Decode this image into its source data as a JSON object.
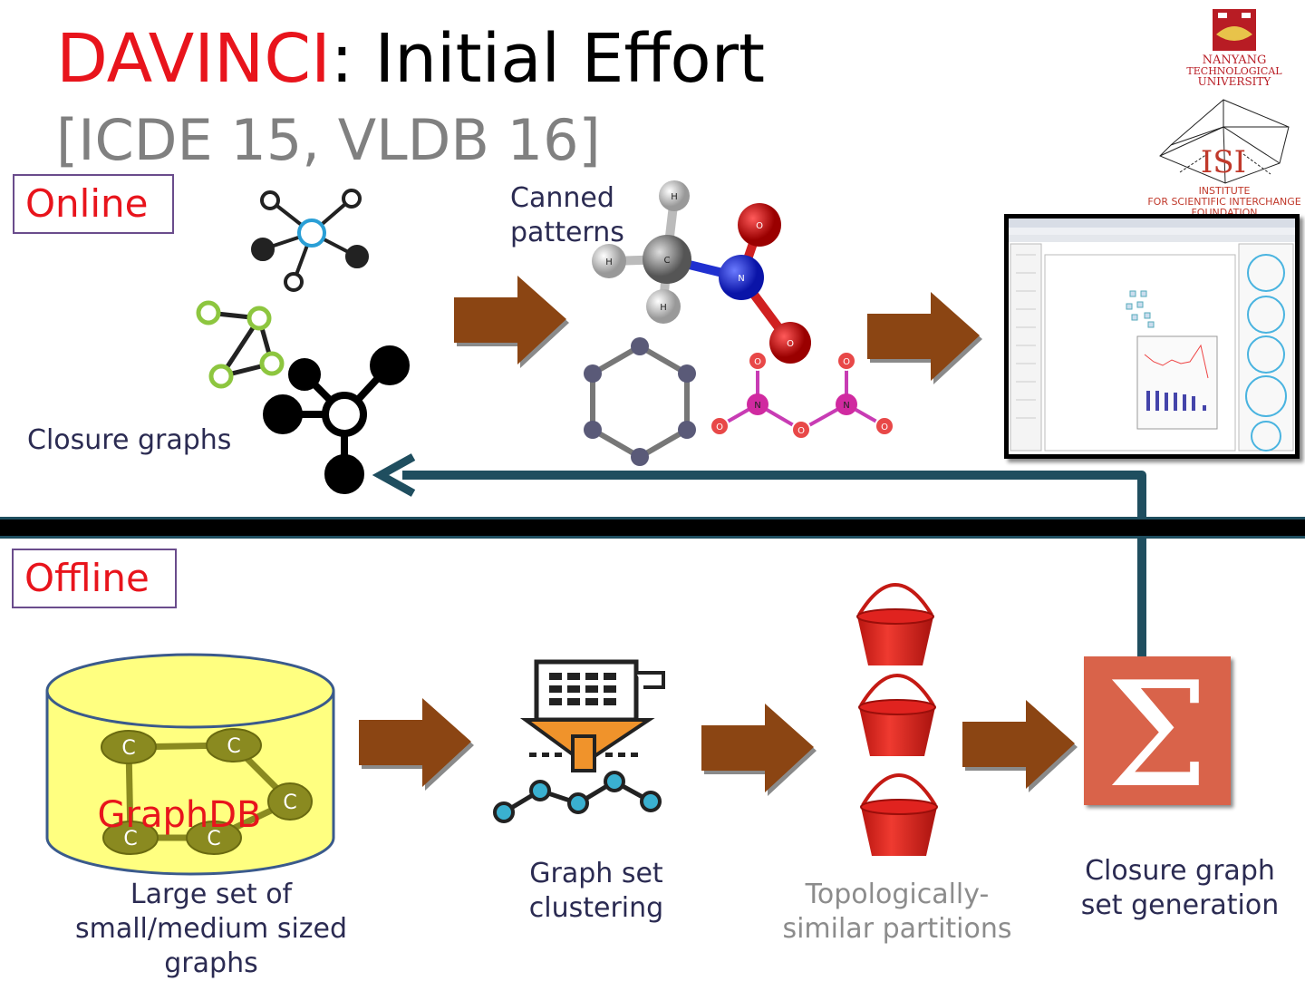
{
  "slide": {
    "title_accent": "DAVINCI",
    "title_rest": ": Initial Effort",
    "subtitle": "[ICDE 15, VLDB 16]"
  },
  "online": {
    "label": "Online",
    "closure_graphs_caption": "Closure graphs",
    "canned_patterns_caption_line1": "Canned",
    "canned_patterns_caption_line2": "patterns",
    "molecule_atoms": {
      "carbon": "C",
      "hydrogen": "H",
      "nitrogen": "N",
      "oxygen": "O"
    }
  },
  "offline": {
    "label": "Offline",
    "db_label": "GraphDB",
    "db_node_label": "C",
    "db_caption_line1": "Large set of",
    "db_caption_line2": "small/medium sized",
    "db_caption_line3": "graphs",
    "clustering_caption_line1": "Graph set",
    "clustering_caption_line2": "clustering",
    "partitions_caption_line1": "Topologically-",
    "partitions_caption_line2": "similar partitions",
    "generation_caption_line1": "Closure graph",
    "generation_caption_line2": "set generation",
    "sigma_symbol": "Σ"
  },
  "logos": {
    "ntu_line1": "NANYANG",
    "ntu_line2": "TECHNOLOGICAL",
    "ntu_line3": "UNIVERSITY",
    "isi_line1": "INSTITUTE",
    "isi_line2": "FOR SCIENTIFIC INTERCHANGE",
    "isi_line3": "FOUNDATION"
  },
  "colors": {
    "accent_red": "#e8141c",
    "arrow_brown": "#8b4513",
    "divider_teal": "#1f4e5f",
    "box_border": "#6a4c8c",
    "db_fill": "#ffff80",
    "bucket_red": "#e0231f",
    "sigma_bg": "#d9634a"
  }
}
